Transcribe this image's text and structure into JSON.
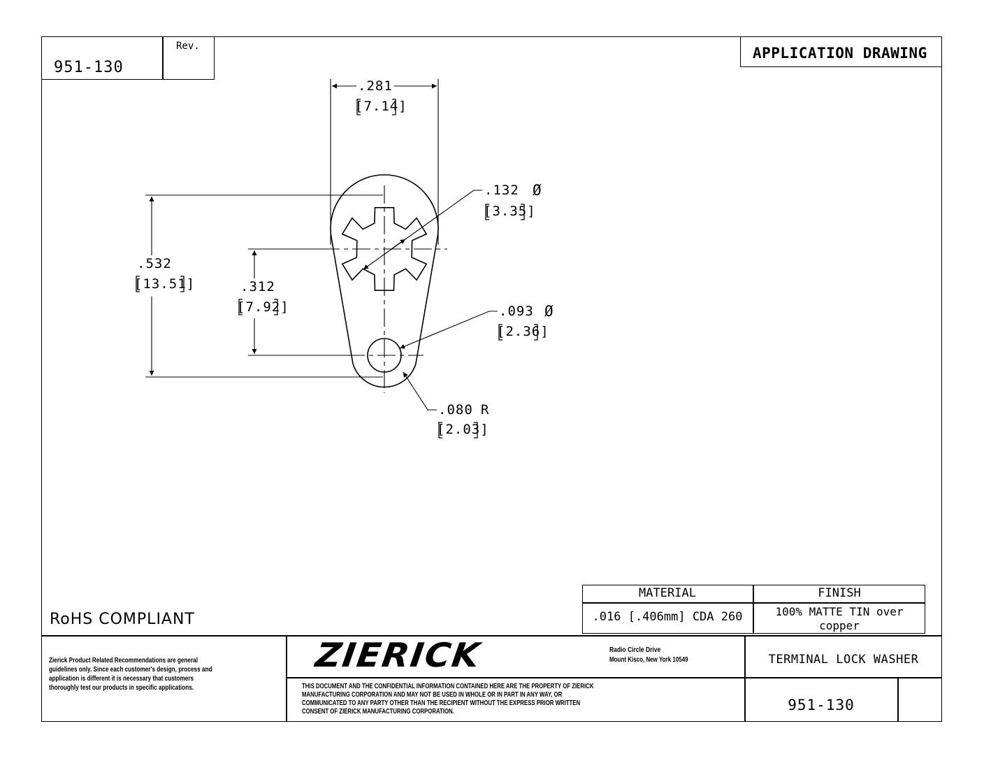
{
  "title_block": {
    "part_number_top": "951-130",
    "rev_label": "Rev.",
    "doc_type": "APPLICATION DRAWING",
    "rohs": "RoHS COMPLIANT",
    "material_label": "MATERIAL",
    "finish_label": "FINISH",
    "material_value": ".016 [.406mm] CDA 260",
    "finish_value": "100% MATTE TIN over copper",
    "disclaimer": "Zierick Product Related Recommendations are general guidelines only. Since each customer's design, process and application is different it is necessary that customers thoroughly test our products in specific applications.",
    "brand": "ZIERICK",
    "address_line1": "Radio Circle Drive",
    "address_line2": "Mount Kisco, New York 10549",
    "part_name": "TERMINAL LOCK WASHER",
    "part_number_bottom": "951-130",
    "confidential": "THIS DOCUMENT AND THE CONFIDENTIAL INFORMATION CONTAINED HERE ARE THE PROPERTY OF ZIERICK MANUFACTURING CORPORATION AND MAY NOT BE USED IN WHOLE OR IN PART IN ANY WAY, OR COMMUNICATED TO ANY PARTY OTHER THAN THE RECIPIENT WITHOUT THE EXPRESS PRIOR WRITTEN CONSENT OF ZIERICK MANUFACTURING CORPORATION."
  },
  "dimensions": {
    "width_in": ".281",
    "width_mm": "[7.14]",
    "big_hole_in": ".132",
    "big_hole_mm": "[3.35]",
    "diameter_symbol": "Ø",
    "height_in": ".532",
    "height_mm": "[13.51]",
    "center_dist_in": ".312",
    "center_dist_mm": "[7.92]",
    "small_hole_in": ".093",
    "small_hole_mm": "[2.36]",
    "radius_in": ".080",
    "radius_mm": "[2.03]",
    "radius_symbol": "R"
  }
}
